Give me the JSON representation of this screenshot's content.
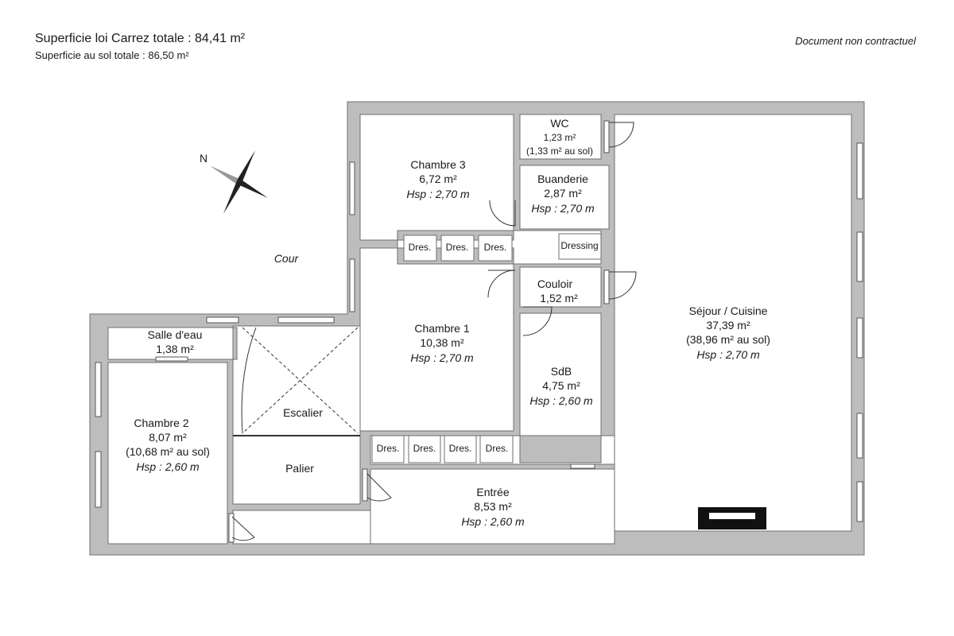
{
  "header": {
    "carrez_total": "Superficie loi Carrez totale : 84,41 m²",
    "sol_total": "Superficie au sol totale : 86,50 m²",
    "disclaimer": "Document non contractuel"
  },
  "outdoor_label": "Cour",
  "compass_label": "N",
  "rooms": {
    "wc": {
      "name": "WC",
      "area": "1,23 m²",
      "floor": "(1,33 m² au sol)"
    },
    "chambre3": {
      "name": "Chambre 3",
      "area": "6,72 m²",
      "height": "Hsp : 2,70 m"
    },
    "buanderie": {
      "name": "Buanderie",
      "area": "2,87 m²",
      "height": "Hsp : 2,70 m"
    },
    "couloir": {
      "name": "Couloir",
      "area": "1,52 m²"
    },
    "chambre1": {
      "name": "Chambre 1",
      "area": "10,38 m²",
      "height": "Hsp : 2,70 m"
    },
    "salle_eau": {
      "name": "Salle d'eau",
      "area": "1,38 m²"
    },
    "sdb": {
      "name": "SdB",
      "area": "4,75 m²",
      "height": "Hsp : 2,60 m"
    },
    "sejour": {
      "name": "Séjour / Cuisine",
      "area": "37,39 m²",
      "floor": "(38,96 m² au sol)",
      "height": "Hsp : 2,70 m"
    },
    "chambre2": {
      "name": "Chambre 2",
      "area": "8,07 m²",
      "floor": "(10,68 m² au sol)",
      "height": "Hsp : 2,60 m"
    },
    "escalier": {
      "name": "Escalier"
    },
    "palier": {
      "name": "Palier"
    },
    "entree": {
      "name": "Entrée",
      "area": "8,53 m²",
      "height": "Hsp : 2,60 m"
    }
  },
  "closets": {
    "upper": [
      "Dres.",
      "Dres.",
      "Dres."
    ],
    "dressing": "Dressing",
    "lower": [
      "Dres.",
      "Dres.",
      "Dres.",
      "Dres."
    ]
  },
  "colors": {
    "wall": "#bdbdbd",
    "wall_edge": "#6e6e6e",
    "text": "#1a1a1a"
  }
}
